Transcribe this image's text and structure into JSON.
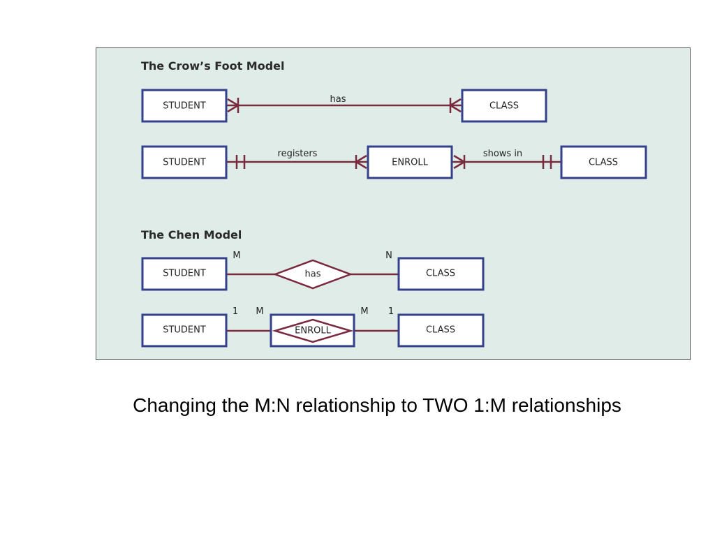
{
  "crows_foot": {
    "title": "The Crow’s Foot Model",
    "row1": {
      "left_entity": "STUDENT",
      "right_entity": "CLASS",
      "relationship": "has"
    },
    "row2": {
      "left_entity": "STUDENT",
      "middle_entity": "ENROLL",
      "right_entity": "CLASS",
      "left_relationship": "registers",
      "right_relationship": "shows in"
    }
  },
  "chen": {
    "title": "The Chen Model",
    "row1": {
      "left_entity": "STUDENT",
      "right_entity": "CLASS",
      "relationship": "has",
      "left_cardinality": "M",
      "right_cardinality": "N"
    },
    "row2": {
      "left_entity": "STUDENT",
      "right_entity": "CLASS",
      "associative_entity": "ENROLL",
      "cardinality_1": "1",
      "cardinality_2": "M",
      "cardinality_3": "M",
      "cardinality_4": "1"
    }
  },
  "caption": "Changing the M:N relationship to TWO 1:M relationships",
  "colors": {
    "panel_background": "#e0ece8",
    "entity_border": "#34408a",
    "relationship_line": "#7a2a3e"
  }
}
